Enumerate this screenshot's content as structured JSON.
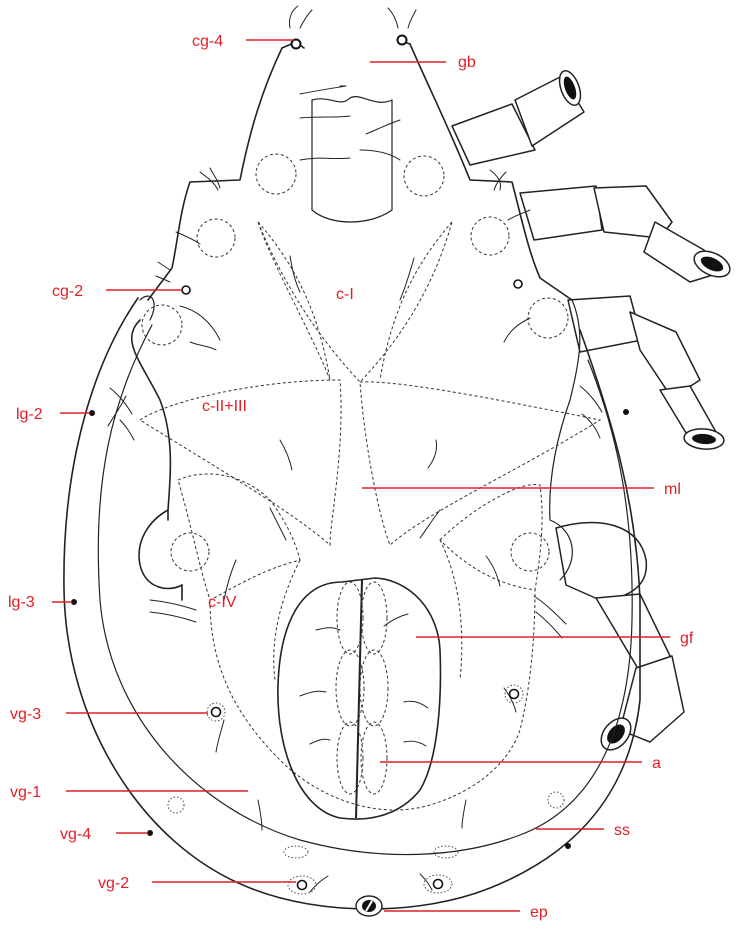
{
  "labels": {
    "cg4": "cg-4",
    "gb": "gb",
    "cg2": "cg-2",
    "cI": "c-I",
    "lg2": "lg-2",
    "cII_III": "c-II+III",
    "ml": "ml",
    "lg3": "lg-3",
    "cIV": "c-IV",
    "gf": "gf",
    "vg3": "vg-3",
    "a": "a",
    "vg1": "vg-1",
    "ss": "ss",
    "vg4": "vg-4",
    "vg2": "vg-2",
    "ep": "ep"
  },
  "colors": {
    "label": "#e21f26",
    "outline": "#222222",
    "background": "#ffffff"
  }
}
